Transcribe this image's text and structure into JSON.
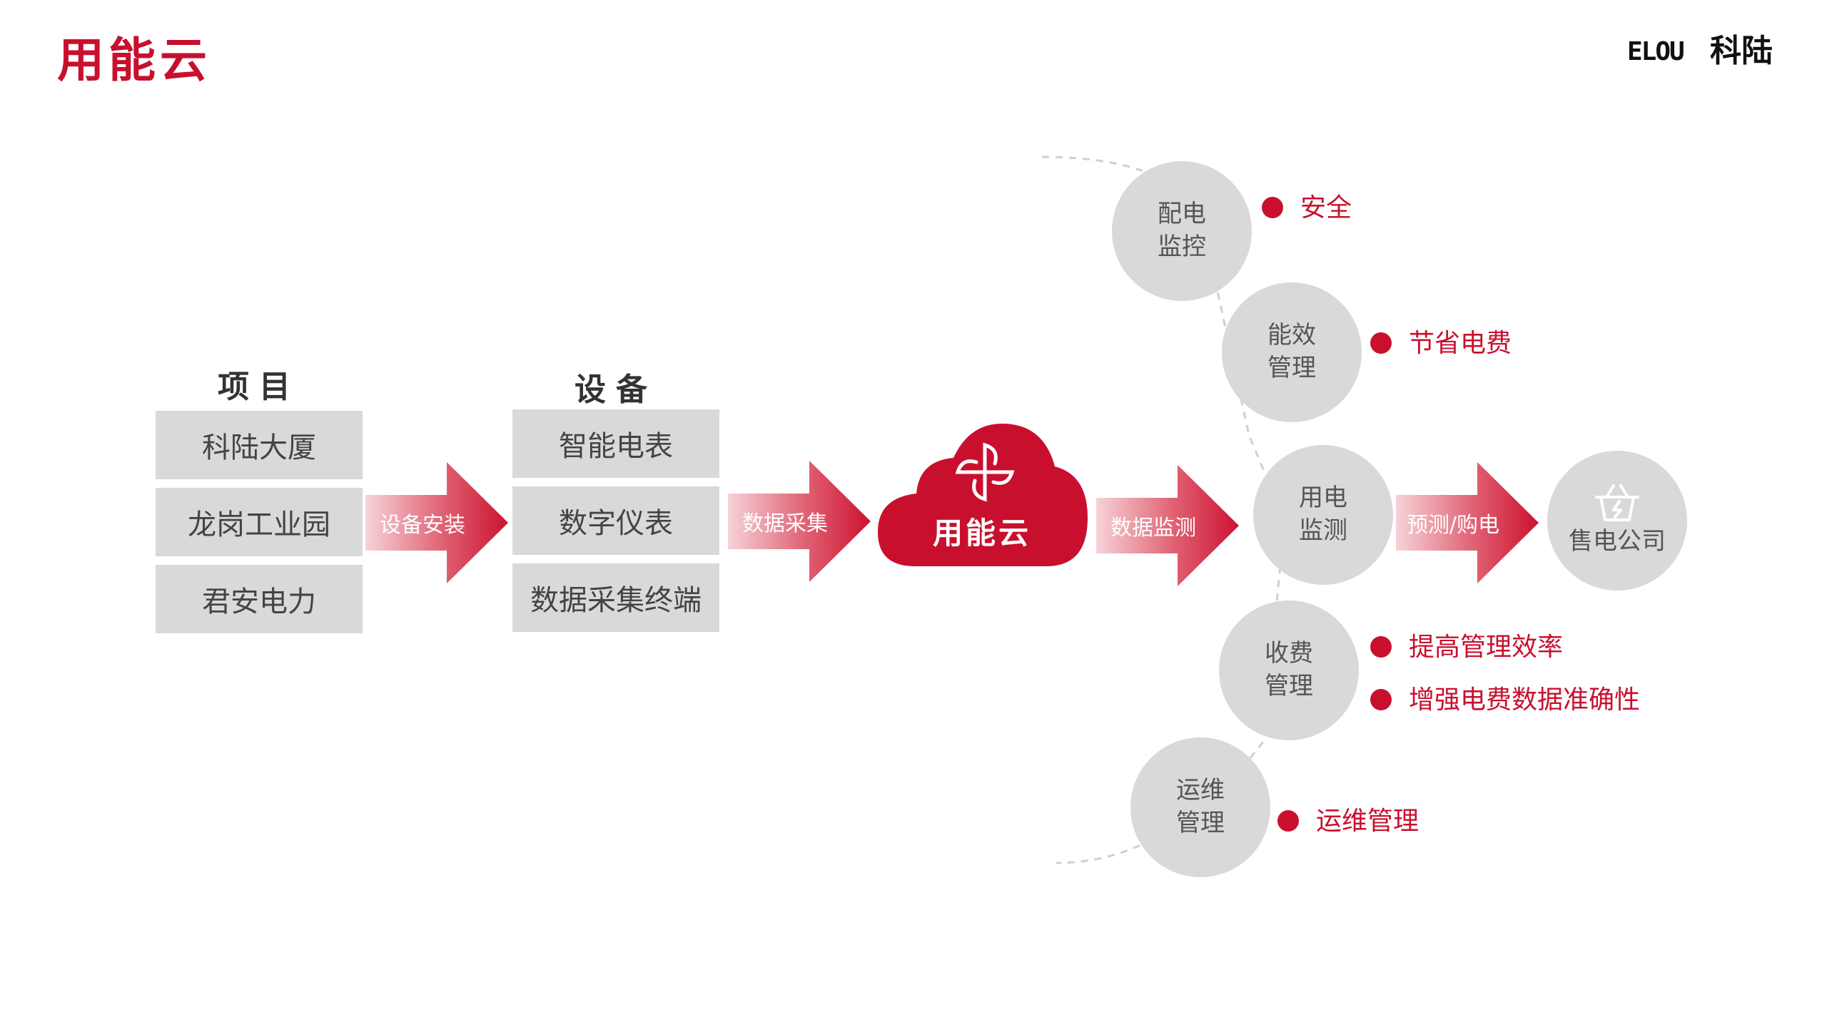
{
  "title": "用能云",
  "logo": {
    "latin": "ELOU",
    "cn": "科陆"
  },
  "projects": {
    "header": "项目",
    "items": [
      "科陆大厦",
      "龙岗工业园",
      "君安电力"
    ]
  },
  "devices": {
    "header": "设备",
    "items": [
      "智能电表",
      "数字仪表",
      "数据采集终端"
    ]
  },
  "arrows": {
    "install": "设备安装",
    "collect": "数据采集",
    "monitor": "数据监测",
    "forecast": "预测/购电"
  },
  "cloud": {
    "label": "用能云",
    "icon": "pinwheel-icon"
  },
  "modules": {
    "distribution": {
      "line1": "配电",
      "line2": "监控"
    },
    "efficiency": {
      "line1": "能效",
      "line2": "管理"
    },
    "usage": {
      "line1": "用电",
      "line2": "监测"
    },
    "billing": {
      "line1": "收费",
      "line2": "管理"
    },
    "maintenance": {
      "line1": "运维",
      "line2": "管理"
    }
  },
  "retailer": {
    "label": "售电公司",
    "icon": "shopping-basket-icon"
  },
  "benefits": {
    "safety": "安全",
    "save_cost": "节省电费",
    "improve_efficiency": "提高管理效率",
    "accuracy": "增强电费数据准确性",
    "maintenance": "运维管理"
  },
  "colors": {
    "accent": "#c8102e",
    "box_gray": "#d9d9d9",
    "circle_gray": "#d9d9d9",
    "arrow_light": "#f3c6cc",
    "arrow_dark": "#d3182f"
  }
}
